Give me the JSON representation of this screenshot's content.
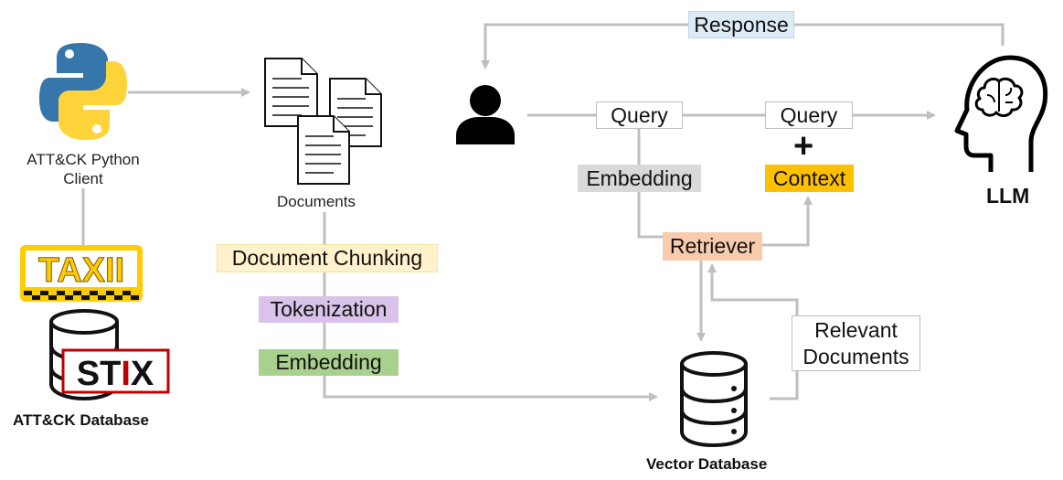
{
  "python_client": {
    "label_line1": "ATT&CK Python",
    "label_line2": "Client"
  },
  "attck_db": {
    "taxii_logo": "TAXII",
    "stix_logo": "STIX",
    "label": "ATT&CK Database"
  },
  "documents": {
    "label": "Documents"
  },
  "pipeline": {
    "chunking": "Document Chunking",
    "tokenization": "Tokenization",
    "embedding": "Embedding"
  },
  "rag": {
    "response": "Response",
    "query_1": "Query",
    "query_2": "Query",
    "plus": "+",
    "embedding": "Embedding",
    "context": "Context",
    "retriever": "Retriever",
    "relevant_line1": "Relevant",
    "relevant_line2": "Documents",
    "vector_db": "Vector Database",
    "llm": "LLM"
  },
  "colors": {
    "connector": "#bfbfbf",
    "response_fill": "#ddebf7",
    "chunking_fill": "#fff2cc",
    "tokenization_fill": "#d9c3ea",
    "pipeline_embedding_fill": "#a9d18e",
    "rag_embedding_fill": "#d9d9d9",
    "context_fill": "#ffc000",
    "retriever_fill": "#f8cbad",
    "python_blue": "#3776ab",
    "python_yellow": "#ffd43b",
    "taxii_yellow": "#ffcc00",
    "stix_red": "#c00000"
  }
}
